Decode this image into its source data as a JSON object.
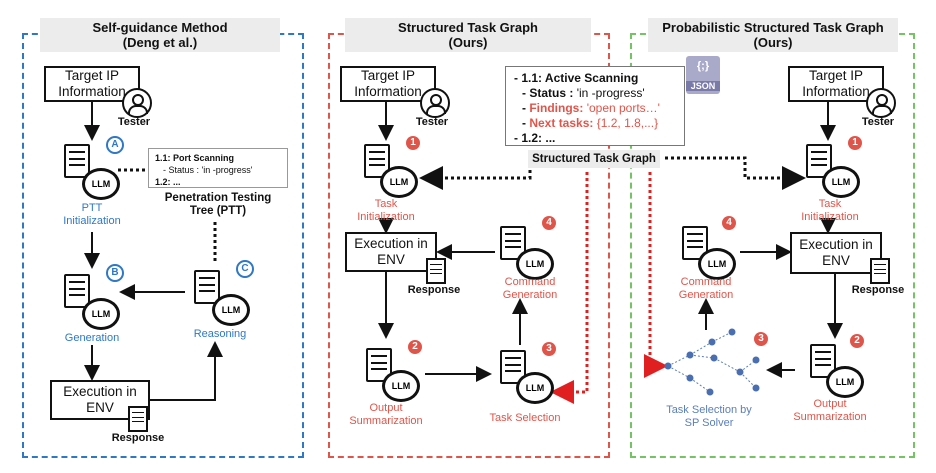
{
  "panels": {
    "left": {
      "title": "Self-guidance Method",
      "subtitle": "(Deng et al.)",
      "target": "Target IP Information",
      "tester": "Tester",
      "ptt_init": "PTT Initialization",
      "generation": "Generation",
      "reasoning": "Reasoning",
      "exec": "Execution in ENV",
      "response": "Response",
      "ptt_label": "Penetration Testing Tree (PTT)",
      "ptt_lines": [
        "1.1: Port Scanning",
        "- Status : 'in -progress'",
        "1.2: ..."
      ],
      "step_a": "A",
      "step_b": "B",
      "step_c": "C",
      "llm": "LLM"
    },
    "middle": {
      "title": "Structured Task Graph",
      "subtitle": "(Ours)",
      "target": "Target IP Information",
      "tester": "Tester",
      "task_init": "Task Initialization",
      "exec": "Execution in ENV",
      "response": "Response",
      "cmd_gen": "Command Generation",
      "out_sum": "Output Summarization",
      "task_sel": "Task Selection",
      "stg_label": "Structured Task Graph",
      "n1": "1",
      "n2": "2",
      "n3": "3",
      "n4": "4",
      "llm": "LLM"
    },
    "stg": {
      "line1": "1.1: Active Scanning",
      "status_key": "Status :",
      "status_val": "'in -progress'",
      "findings_key": "Findings:",
      "findings_val": "'open ports…'",
      "next_key": "Next tasks:",
      "next_val": "{1.2, 1.8,...}",
      "line5": "1.2: ...",
      "json_top": "{;}",
      "json_label": "JSON"
    },
    "right": {
      "title": "Probabilistic Structured Task Graph",
      "subtitle": "(Ours)",
      "target": "Target IP Information",
      "tester": "Tester",
      "task_init": "Task Initialization",
      "exec": "Execution in ENV",
      "response": "Response",
      "cmd_gen": "Command Generation",
      "out_sum": "Output Summarization",
      "task_sel": "Task Selection by SP Solver",
      "n1": "1",
      "n2": "2",
      "n3": "3",
      "n4": "4",
      "llm": "LLM"
    }
  },
  "colors": {
    "blue": "#2f78c4",
    "red": "#e0554a",
    "green": "#74c464",
    "dot_red": "#e02020"
  }
}
